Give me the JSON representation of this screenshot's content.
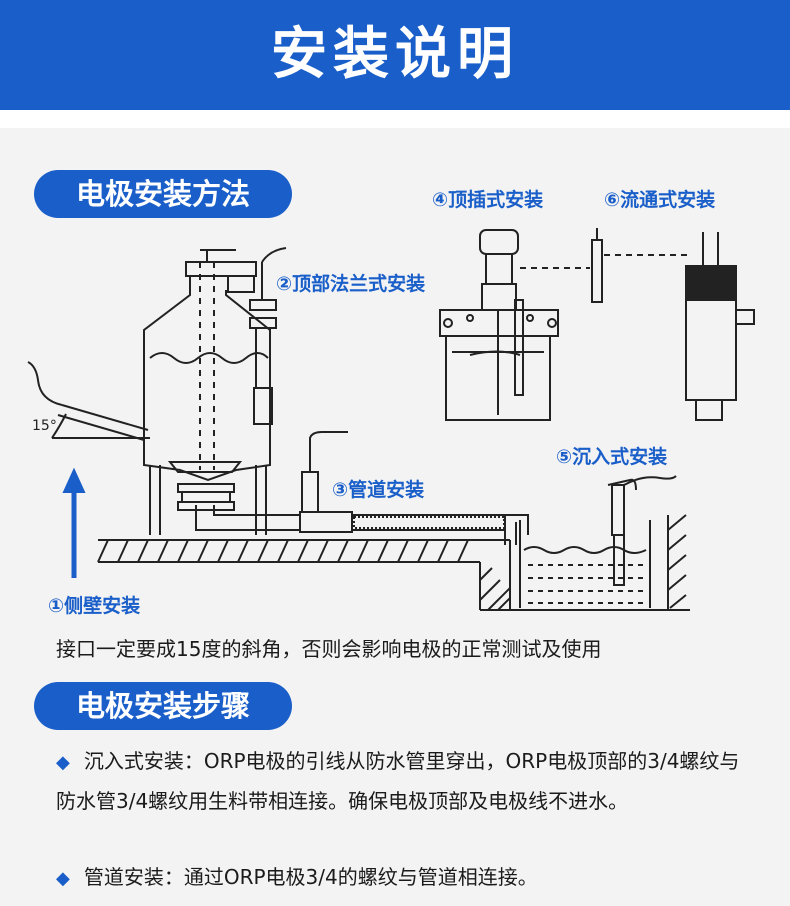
{
  "header": {
    "title": "安装说明"
  },
  "section1": {
    "title": "电极安装方法"
  },
  "section2": {
    "title": "电极安装步骤"
  },
  "diagram": {
    "labels": {
      "side_wall": "①侧壁安装",
      "top_flange": "②顶部法兰式安装",
      "pipe": "③管道安装",
      "top_insert": "④顶插式安装",
      "submerged": "⑤沉入式安装",
      "flow_through": "⑥流通式安装",
      "angle": "15°"
    }
  },
  "note": "接口一定要成15度的斜角，否则会影响电极的正常测试及使用",
  "steps": [
    {
      "icon": "diamond-bullet-icon",
      "text": "沉入式安装：ORP电极的引线从防水管里穿出，ORP电极顶部的3/4螺纹与防水管3/4螺纹用生料带相连接。确保电极顶部及电极线不进水。"
    },
    {
      "icon": "diamond-bullet-icon",
      "text": "管道安装：通过ORP电极3/4的螺纹与管道相连接。"
    }
  ],
  "colors": {
    "accent": "#1a5fc9",
    "background": "#f3f3f3",
    "line": "#222222"
  }
}
